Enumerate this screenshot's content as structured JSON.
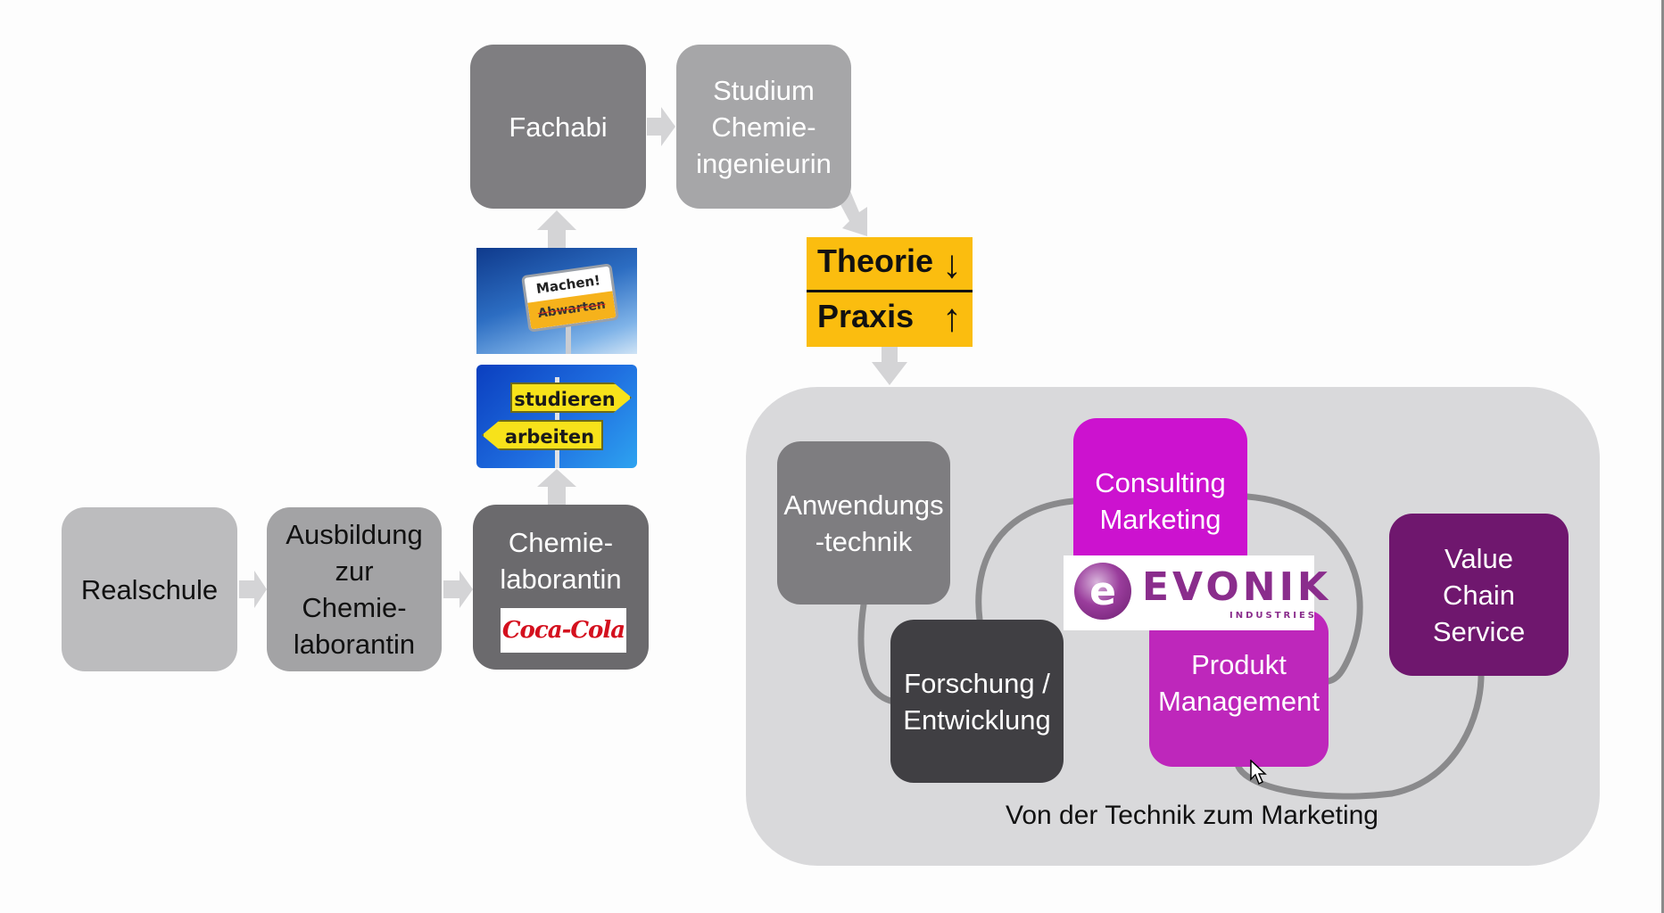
{
  "diagram": {
    "boxes": {
      "realschule": "Realschule",
      "ausbildung": "Ausbildung\nzur\nChemie-\nlaborantin",
      "chemielaborantin": "Chemie-\nlaborantin",
      "fachabi": "Fachabi",
      "studium": "Studium\nChemie-\ningenieurin",
      "anwendungstechnik": "Anwendungs\n-technik",
      "consulting_marketing": "Consulting\nMarketing",
      "produkt_management": "Produkt\nManagement",
      "forschung_entwicklung": "Forschung /\nEntwicklung",
      "value_chain_service": "Value\nChain\nService"
    },
    "caption": "Von der Technik zum Marketing",
    "images": {
      "ortsschild": {
        "top": "Machen!",
        "bottom": "Abwarten"
      },
      "wegweiser": {
        "top": "studieren",
        "bottom": "arbeiten"
      },
      "theorie_praxis": {
        "top": "Theorie",
        "bottom": "Praxis"
      },
      "coca_cola_logo": "Coca-Cola",
      "evonik_logo": {
        "name": "EVONIK",
        "sub": "INDUSTRIES"
      }
    },
    "colors": {
      "consulting": "#cc12cf",
      "produkt": "#be27bb",
      "value_chain": "#6f176e",
      "sign_yellow": "#fbbd0f"
    }
  }
}
